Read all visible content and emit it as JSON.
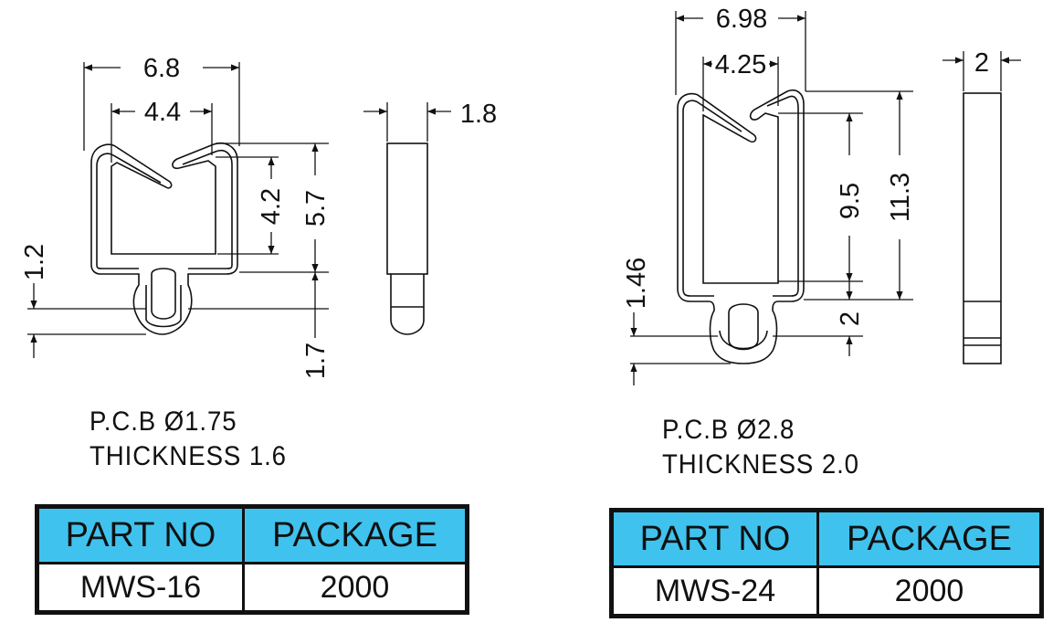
{
  "left_part": {
    "dims": {
      "overall_width": "6.8",
      "inner_width": "4.4",
      "side_thickness": "1.8",
      "inner_height": "4.2",
      "body_height": "5.7",
      "pcb_gap": "1.2",
      "pin_length": "1.7"
    },
    "note_line1": "P.C.B  Ø1.75",
    "note_line2": "THICKNESS  1.6",
    "table": {
      "header_part": "PART NO",
      "header_package": "PACKAGE",
      "part_no": "MWS-16",
      "package": "2000"
    }
  },
  "right_part": {
    "dims": {
      "overall_width": "6.98",
      "inner_width": "4.25",
      "side_thickness": "2",
      "inner_height": "9.5",
      "body_height": "11.3",
      "pcb_gap": "1.46",
      "pin_length": "2"
    },
    "note_line1": "P.C.B  Ø2.8",
    "note_line2": "THICKNESS  2.0",
    "table": {
      "header_part": "PART NO",
      "header_package": "PACKAGE",
      "part_no": "MWS-24",
      "package": "2000"
    }
  }
}
